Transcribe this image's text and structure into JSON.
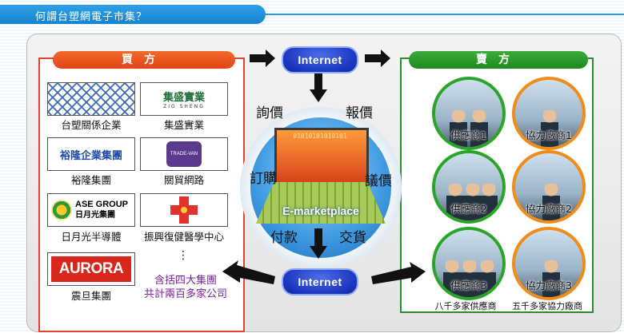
{
  "header": {
    "title": "何謂台塑網電子市集？"
  },
  "buyers": {
    "tab_label": "買方",
    "companies": [
      {
        "name": "台塑關係企業",
        "logo_text": "",
        "logo_icon": "fpg-grid-logo"
      },
      {
        "name": "集盛實業",
        "logo_text": "集盛實業",
        "logo_sub": "ZIG SHENG",
        "logo_icon": "zig-sheng-logo"
      },
      {
        "name": "裕隆集團",
        "logo_text": "裕隆企業集團",
        "logo_icon": "yulon-logo"
      },
      {
        "name": "關貿網路",
        "logo_text": "TRADE-VAN",
        "logo_icon": "trade-van-logo"
      },
      {
        "name": "日月光半導體",
        "logo_text": "ASE GROUP",
        "logo_sub": "日月光集團",
        "logo_icon": "ase-logo"
      },
      {
        "name": "振興復健醫學中心",
        "logo_text": "",
        "logo_icon": "cheng-hsin-cross-logo"
      },
      {
        "name": "震旦集團",
        "logo_text": "AURORA",
        "logo_icon": "aurora-logo"
      }
    ],
    "ellipsis": "⋮",
    "summary_line1": "含括四大集團",
    "summary_line2": "共計兩百多家公司"
  },
  "sellers": {
    "tab_label": "賣方",
    "groups": [
      {
        "label": "供應商1"
      },
      {
        "label": "協力廠商1"
      },
      {
        "label": "供應商2"
      },
      {
        "label": "協力廠商2"
      },
      {
        "label": "供應商3"
      },
      {
        "label": "協力廠商3"
      }
    ],
    "supplier_count": "八千多家供應商",
    "partner_count": "五千多家協力廠商"
  },
  "center": {
    "internet_top": "Internet",
    "internet_bottom": "Internet",
    "marketplace": "E-marketplace",
    "binary": "01010101010101",
    "actions": {
      "inquiry": "詢價",
      "quote": "報價",
      "order": "訂購",
      "negotiate": "議價",
      "payment": "付款",
      "delivery": "交貨"
    }
  },
  "colors": {
    "buy": "#e0452b",
    "sell": "#2b8d2b",
    "header": "#1683cf",
    "summary": "#7a1fa0"
  }
}
